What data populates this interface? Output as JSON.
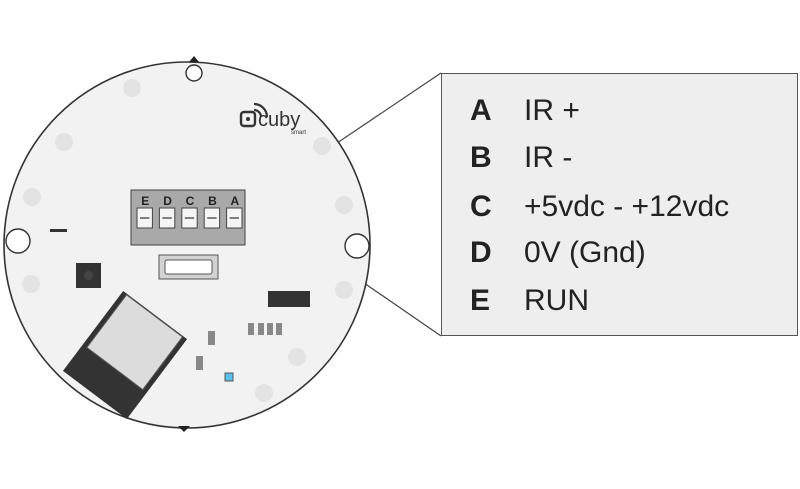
{
  "brand": {
    "name": "cuby",
    "tagline": "smart"
  },
  "terminal": {
    "labels": [
      "E",
      "D",
      "C",
      "B",
      "A"
    ]
  },
  "legend": [
    {
      "letter": "A",
      "text": "IR +"
    },
    {
      "letter": "B",
      "text": "IR -"
    },
    {
      "letter": "C",
      "text": "+5vdc - +12vdc"
    },
    {
      "letter": "D",
      "text": "0V (Gnd)"
    },
    {
      "letter": "E",
      "text": "RUN"
    }
  ],
  "colors": {
    "board": "#f2f2f2",
    "outline": "#333333",
    "terminal_block": "#a9a9a9",
    "led": "#5bc0e8",
    "dark_component": "#333333"
  }
}
